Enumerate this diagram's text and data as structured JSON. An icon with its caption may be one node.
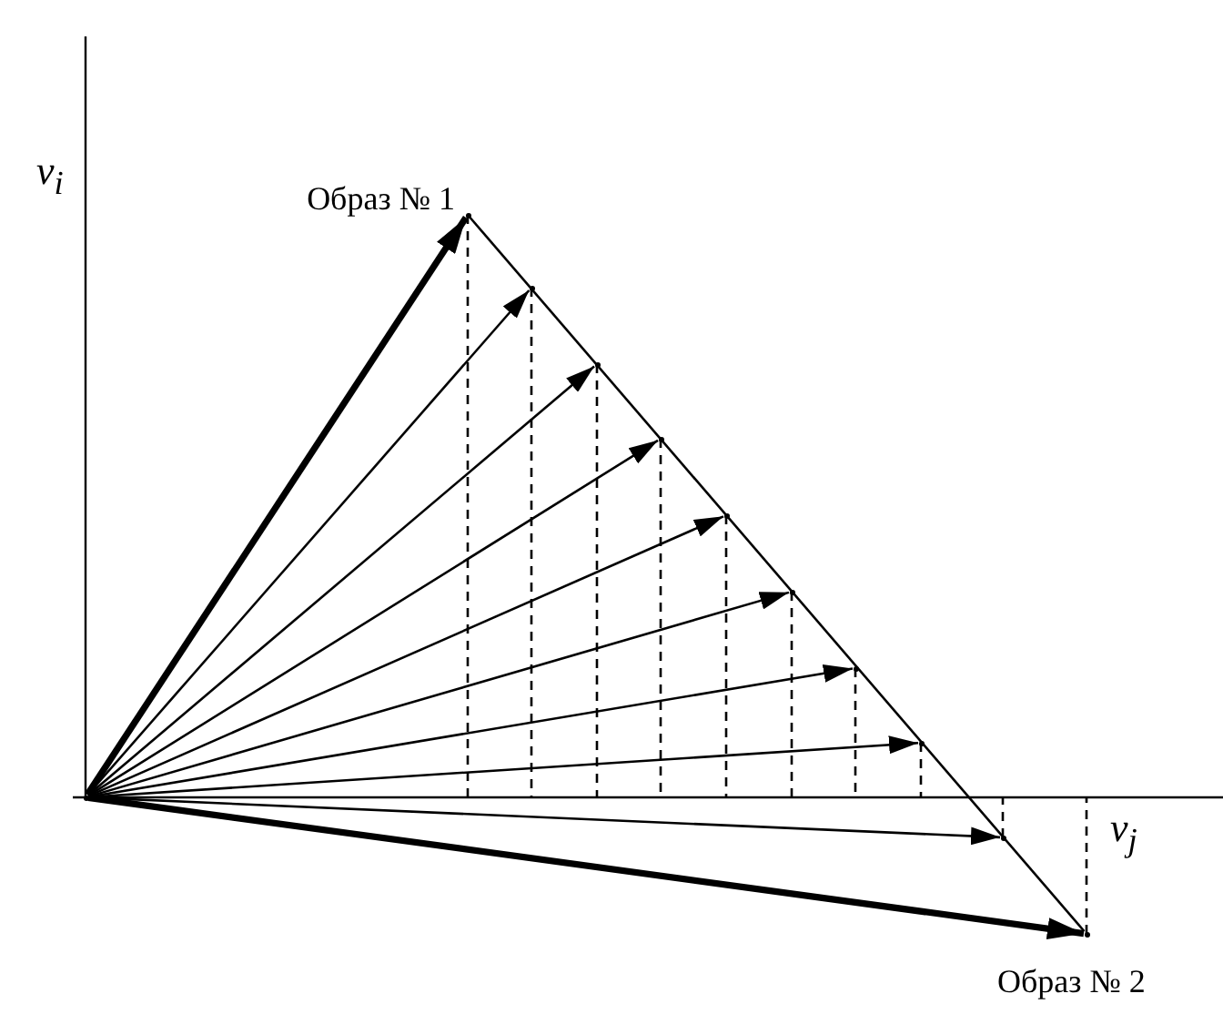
{
  "diagram": {
    "nodes": [
      {
        "text": [],
        "shape": "point"
      },
      {
        "text": [],
        "shape": "point",
        "beside": [
          "Образ № 1"
        ]
      },
      {
        "text": [],
        "shape": "point"
      },
      {
        "text": [],
        "shape": "point"
      },
      {
        "text": [],
        "shape": "point"
      },
      {
        "text": [],
        "shape": "point"
      },
      {
        "text": [],
        "shape": "point"
      },
      {
        "text": [],
        "shape": "point"
      },
      {
        "text": [],
        "shape": "point"
      },
      {
        "text": [],
        "shape": "point"
      },
      {
        "text": [],
        "shape": "point",
        "beside": [
          "Образ № 2"
        ]
      }
    ],
    "edges": [
      {
        "from": 0,
        "to": 1,
        "arrow": "to",
        "style": "thick"
      },
      {
        "from": 0,
        "to": 2,
        "arrow": "to"
      },
      {
        "from": 0,
        "to": 3,
        "arrow": "to"
      },
      {
        "from": 0,
        "to": 4,
        "arrow": "to"
      },
      {
        "from": 0,
        "to": 5,
        "arrow": "to"
      },
      {
        "from": 0,
        "to": 6,
        "arrow": "to"
      },
      {
        "from": 0,
        "to": 7,
        "arrow": "to"
      },
      {
        "from": 0,
        "to": 8,
        "arrow": "to"
      },
      {
        "from": 0,
        "to": 9,
        "arrow": "to"
      },
      {
        "from": 0,
        "to": 10,
        "arrow": "to",
        "style": "thick"
      },
      {
        "from": 1,
        "to": 10,
        "arrow": "none"
      }
    ],
    "labels": [
      "v$_{i}$",
      "v$_{j}$"
    ]
  }
}
